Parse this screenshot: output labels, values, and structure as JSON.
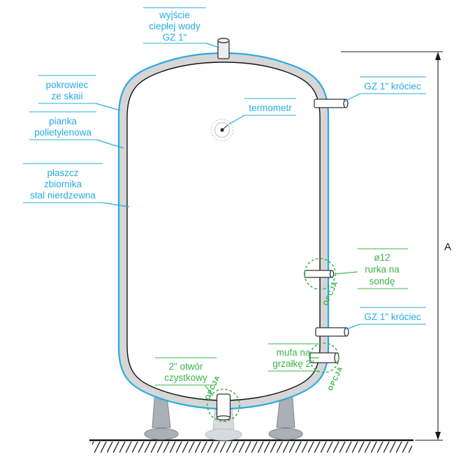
{
  "colors": {
    "label_cyan": "#29ABE2",
    "label_green": "#3AB54A",
    "wall_gray": "#d6d6d6",
    "line_black": "#1a1a1a"
  },
  "labels": {
    "hot_water_outlet": {
      "line1": "wyjście",
      "line2": "ciepłej wody",
      "line3": "GZ 1\""
    },
    "cover": {
      "line1": "pokrowiec",
      "line2": "ze skaii"
    },
    "foam": {
      "line1": "pianka",
      "line2": "polietylenowa"
    },
    "jacket": {
      "line1": "płaszcz",
      "line2": "zbiornika",
      "line3": "stal nierdzewna"
    },
    "thermometer": {
      "line1": "termometr"
    },
    "top_connector": {
      "line1": "GZ 1\" króciec"
    },
    "probe_tube": {
      "line1": "ø12",
      "line2": "rurka na",
      "line3": "sondę"
    },
    "bottom_connector": {
      "line1": "GZ 1\" króciec"
    },
    "heater_coupling": {
      "line1": "mufa na",
      "line2": "grzałkę 2\""
    },
    "cleanout": {
      "line1": "2\" otwór",
      "line2": "czystkowy"
    },
    "option": "OPCJA",
    "dimension_a": "A"
  }
}
